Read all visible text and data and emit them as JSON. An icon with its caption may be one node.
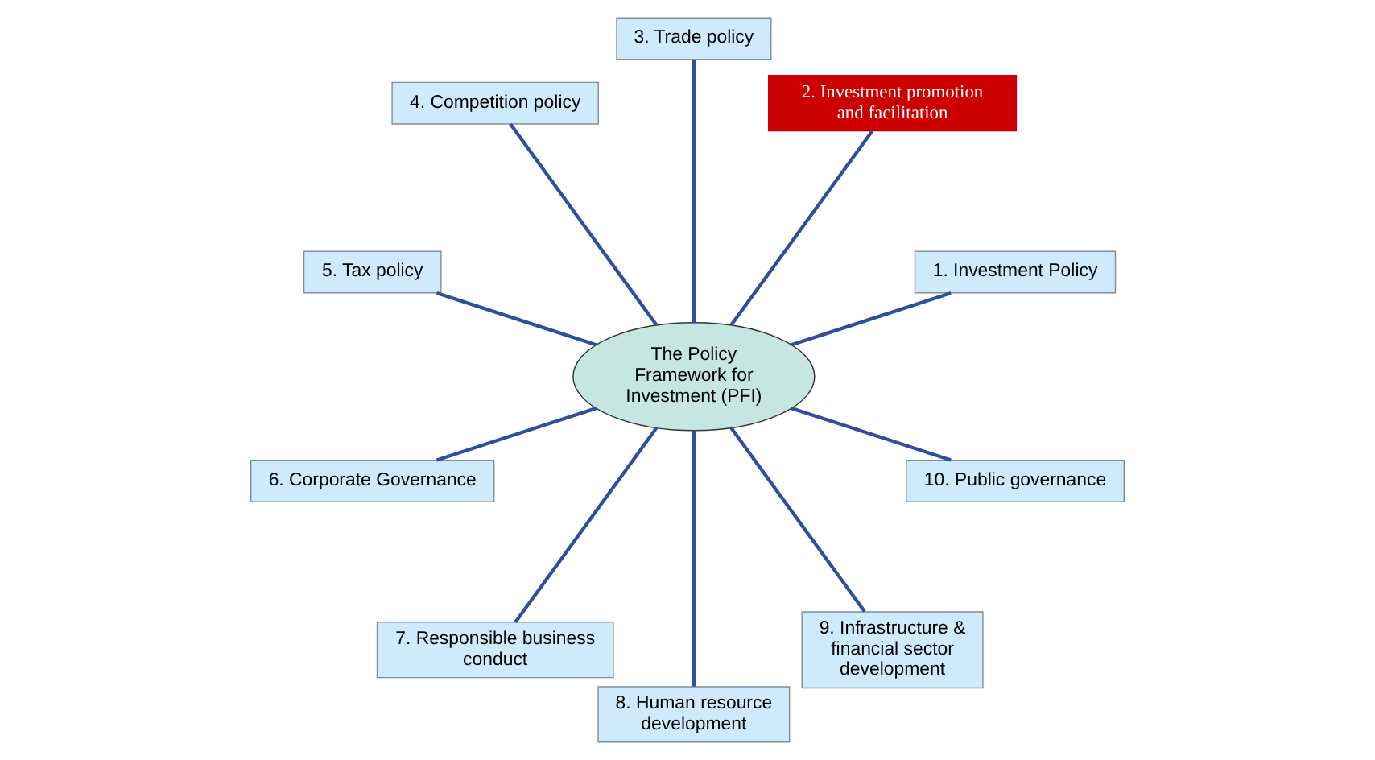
{
  "diagram": {
    "nodes": [
      {
        "text": [
          "The Policy Framework for Investment (PFI)"
        ]
      },
      {
        "text": [
          "1. Investment Policy"
        ]
      },
      {
        "text": [
          "2. Investment promotion and facilitation"
        ]
      },
      {
        "text": [
          "3. Trade policy"
        ]
      },
      {
        "text": [
          "4. Competition policy"
        ]
      },
      {
        "text": [
          "5. Tax policy"
        ]
      },
      {
        "text": [
          "6. Corporate Governance"
        ]
      },
      {
        "text": [
          "7. Responsible business conduct"
        ]
      },
      {
        "text": [
          "8. Human resource development"
        ]
      },
      {
        "text": [
          "9. Infrastructure & financial sector development"
        ]
      },
      {
        "text": [
          "10. Public governance"
        ]
      }
    ],
    "edges": [
      {
        "from": 0,
        "to": 1,
        "arrow": "none"
      },
      {
        "from": 0,
        "to": 2,
        "arrow": "none"
      },
      {
        "from": 0,
        "to": 3,
        "arrow": "none"
      },
      {
        "from": 0,
        "to": 4,
        "arrow": "none"
      },
      {
        "from": 0,
        "to": 5,
        "arrow": "none"
      },
      {
        "from": 0,
        "to": 6,
        "arrow": "none"
      },
      {
        "from": 0,
        "to": 7,
        "arrow": "none"
      },
      {
        "from": 0,
        "to": 8,
        "arrow": "none"
      },
      {
        "from": 0,
        "to": 9,
        "arrow": "none"
      },
      {
        "from": 0,
        "to": 10,
        "arrow": "none"
      }
    ]
  }
}
